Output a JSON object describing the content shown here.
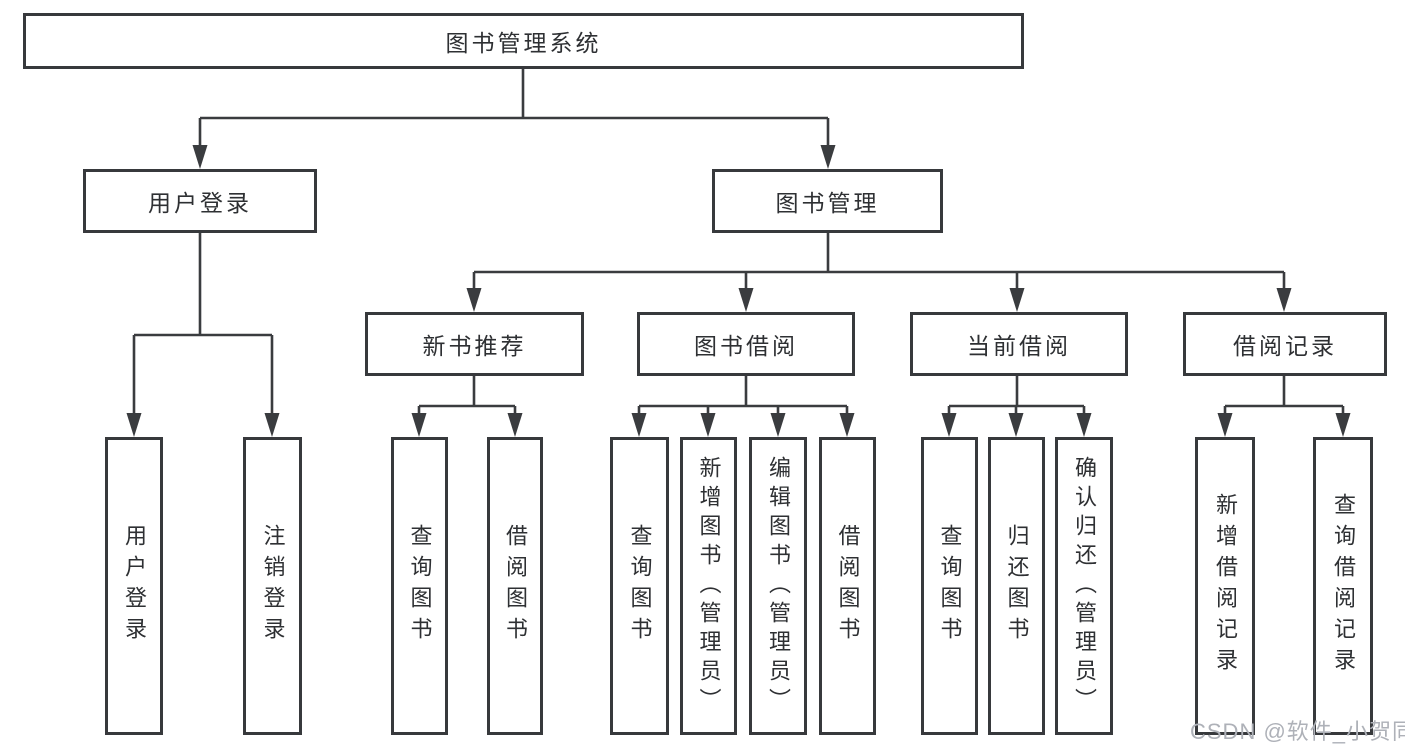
{
  "tree": {
    "root": {
      "label": "图书管理系统"
    },
    "branches": [
      {
        "label": "用户登录",
        "children": [
          {
            "label": "用户登录"
          },
          {
            "label": "注销登录"
          }
        ]
      },
      {
        "label": "图书管理",
        "children": [
          {
            "label": "新书推荐",
            "children": [
              {
                "label": "查询图书"
              },
              {
                "label": "借阅图书"
              }
            ]
          },
          {
            "label": "图书借阅",
            "children": [
              {
                "label": "查询图书"
              },
              {
                "label": "新增图书（管理员）"
              },
              {
                "label": "编辑图书（管理员）"
              },
              {
                "label": "借阅图书"
              }
            ]
          },
          {
            "label": "当前借阅",
            "children": [
              {
                "label": "查询图书"
              },
              {
                "label": "归还图书"
              },
              {
                "label": "确认归还（管理员）"
              }
            ]
          },
          {
            "label": "借阅记录",
            "children": [
              {
                "label": "新增借阅记录"
              },
              {
                "label": "查询借阅记录"
              }
            ]
          }
        ]
      }
    ]
  },
  "watermark": {
    "text": "CSDN @软件_小贺同学",
    "color": "#aeb1b8"
  },
  "colors": {
    "line": "#3a3c3f",
    "box_border": "#37393c",
    "text": "#2e3033",
    "background": "#ffffff"
  }
}
